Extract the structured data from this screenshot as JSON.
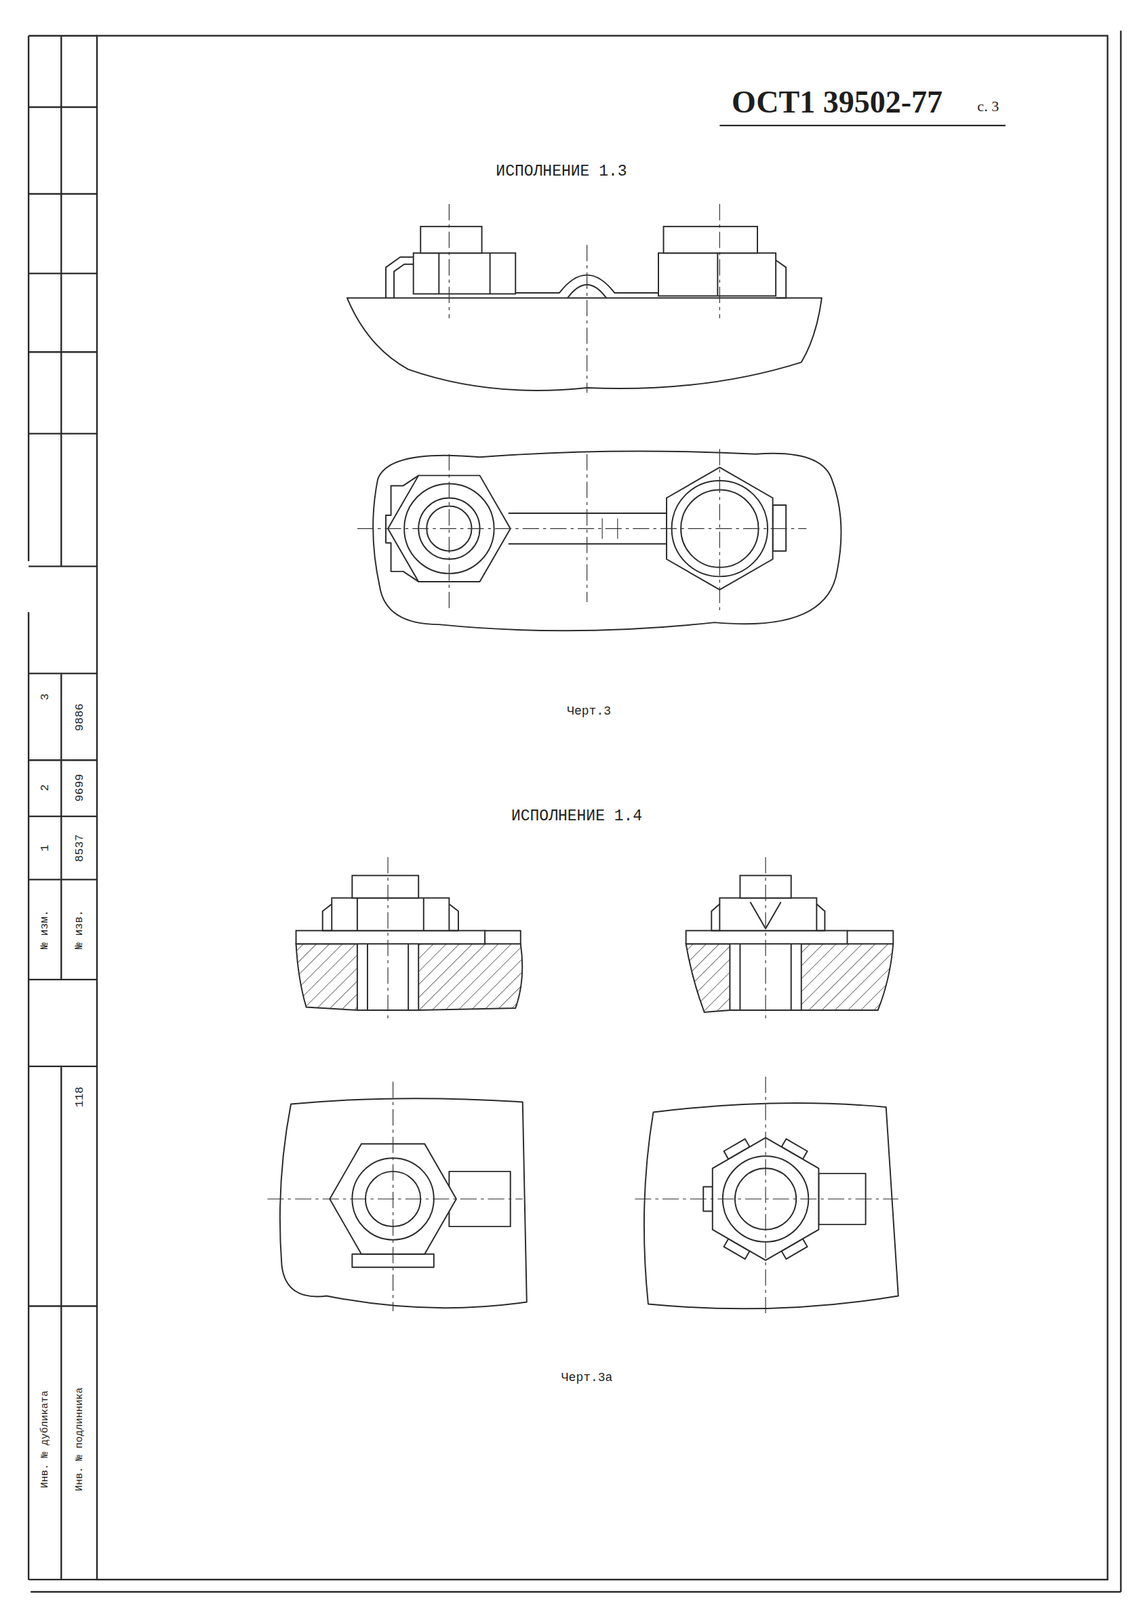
{
  "diagram": {
    "title": "ОСТ1 39502-77",
    "labels": [
      "с. 3",
      "ИСПОЛНЕНИЕ 1.3",
      "Черт.3",
      "ИСПОЛНЕНИЕ 1.4",
      "Черт.3а",
      "3",
      "9886",
      "2",
      "9699",
      "1",
      "8537",
      "№ изм.",
      "№ изв.",
      "118",
      "Инв. № дубликата",
      "Инв. № подлинника"
    ]
  }
}
